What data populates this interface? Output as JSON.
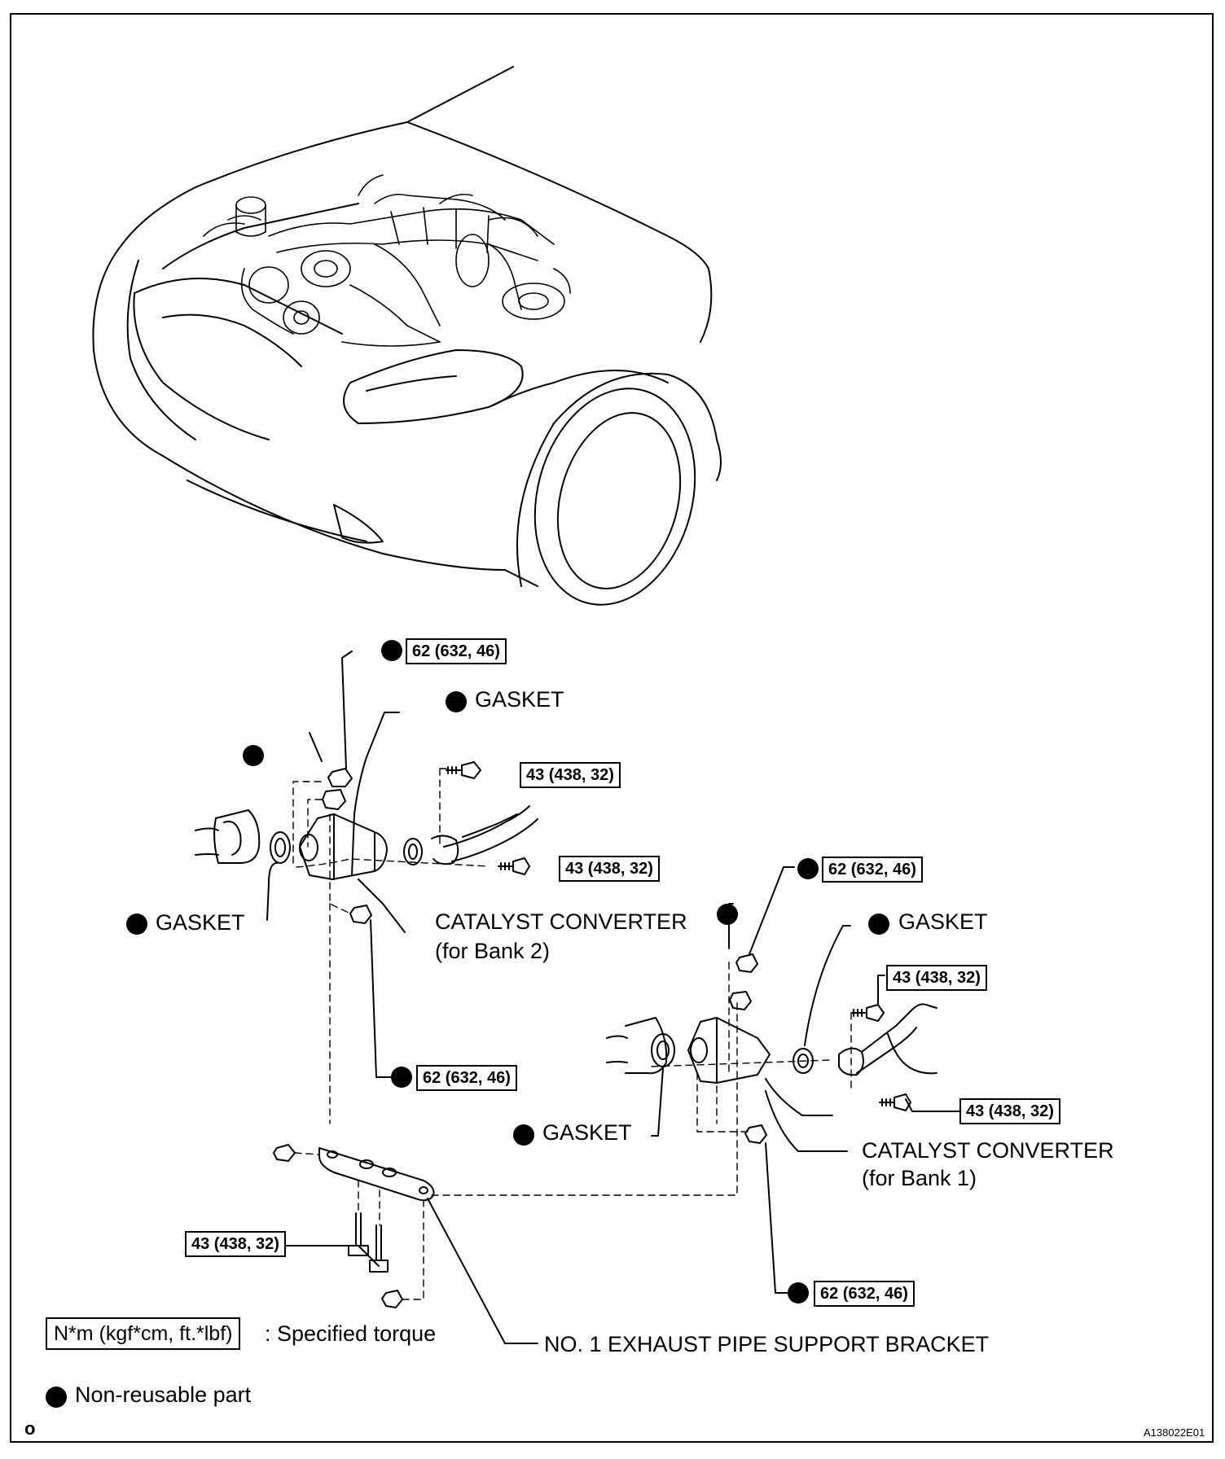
{
  "labels": {
    "torque_62": "62 (632, 46)",
    "torque_43": "43 (438, 32)",
    "gasket": "GASKET",
    "cat_conv": "CATALYST CONVERTER",
    "bank2": "(for Bank 2)",
    "bank1": "(for Bank 1)",
    "bracket": "NO. 1 EXHAUST PIPE SUPPORT BRACKET"
  },
  "legend": {
    "torque_box": "N*m (kgf*cm, ft.*lbf)",
    "torque_text": ": Specified torque",
    "nonreusable": "Non-reusable part"
  },
  "footer": {
    "left_code": "o",
    "figure_id": "A138022E01"
  }
}
